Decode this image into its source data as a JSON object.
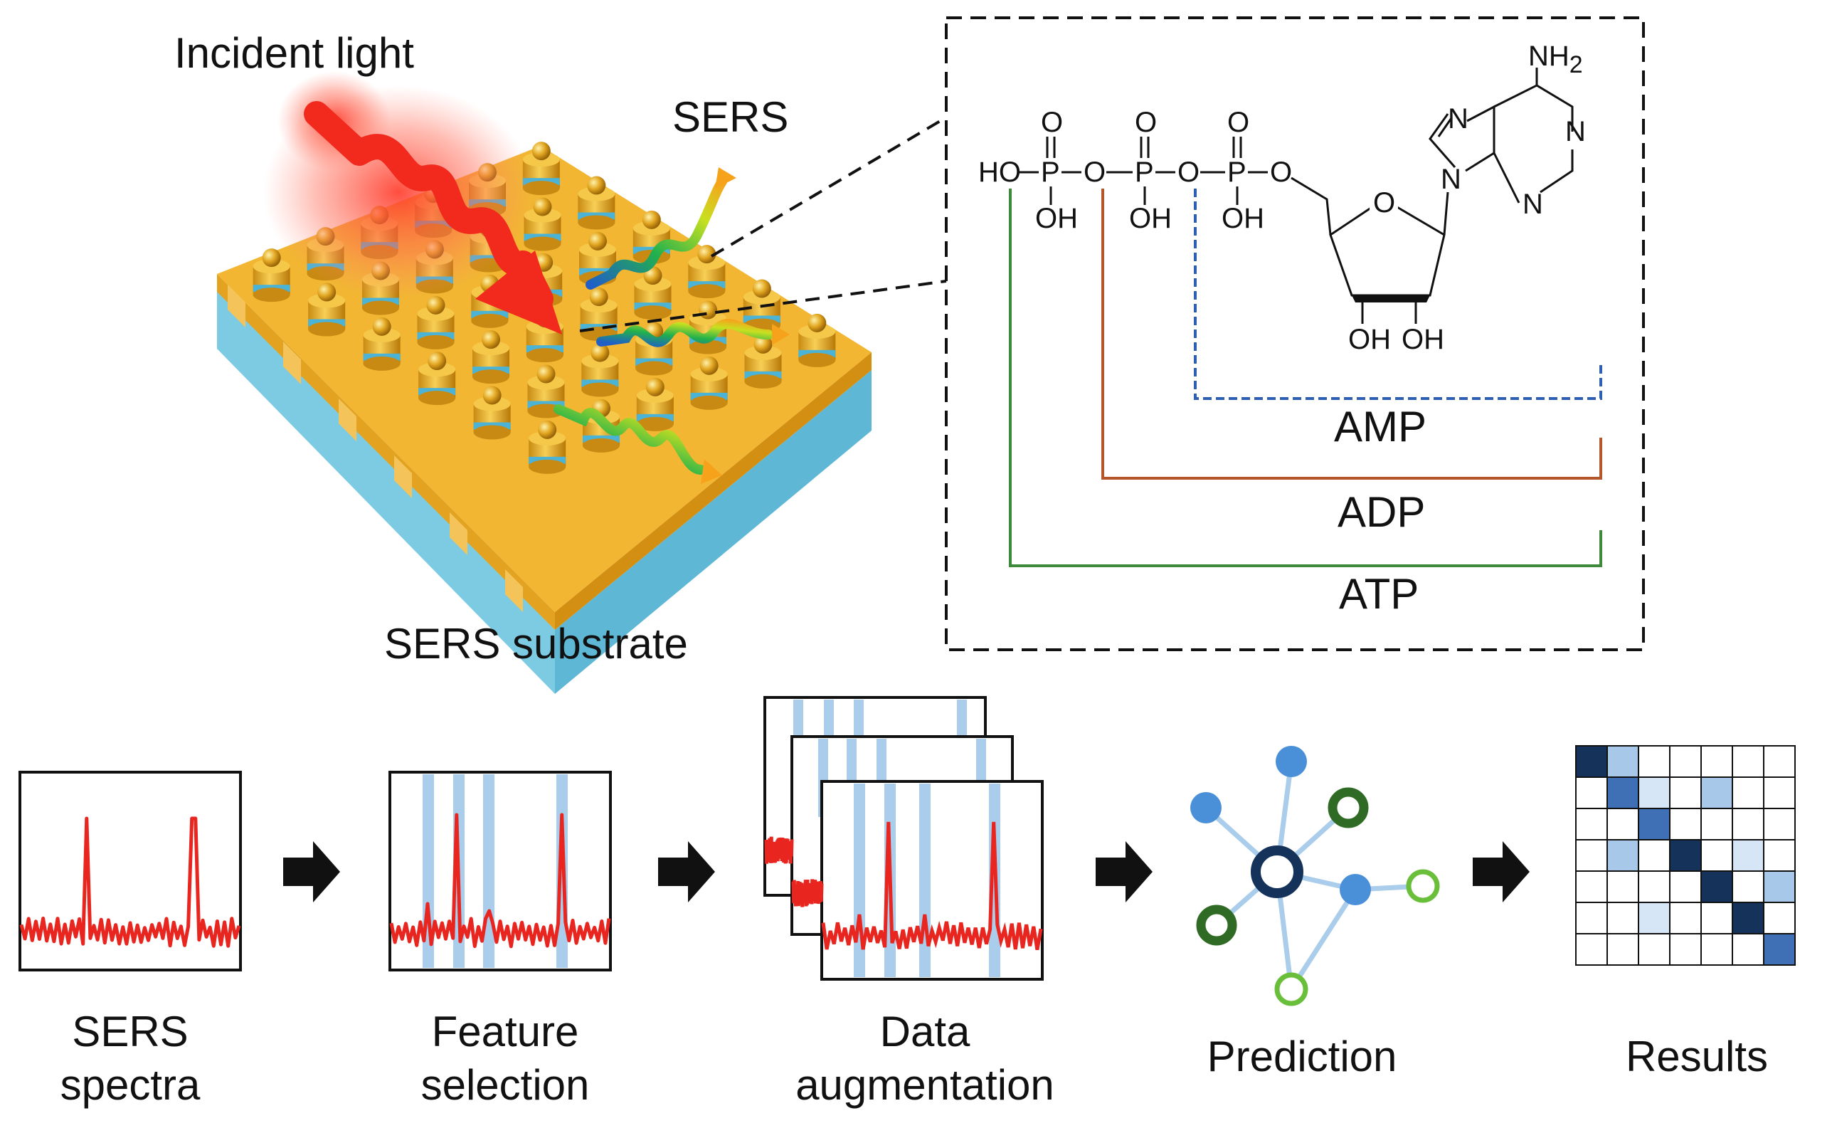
{
  "top": {
    "incident_light_label": "Incident light",
    "sers_label": "SERS",
    "substrate_label": "SERS substrate"
  },
  "molecule": {
    "atoms": {
      "ho": "HO",
      "p1": "P",
      "p2": "P",
      "p3": "P",
      "o_bridge1": "O",
      "o_bridge2": "O",
      "o_bridge3": "O",
      "o_top1": "O",
      "o_top2": "O",
      "o_top3": "O",
      "oh1": "OH",
      "oh2": "OH",
      "oh3": "OH",
      "ring_o": "O",
      "nh2": "NH",
      "nh2_sub": "2",
      "n_top": "N",
      "n_right": "N",
      "n_bottom": "N",
      "n_link": "N",
      "sugar_oh1": "OH",
      "sugar_oh2": "OH"
    },
    "brackets": [
      {
        "label": "AMP",
        "color": "#2f5fb3"
      },
      {
        "label": "ADP",
        "color": "#b5552a"
      },
      {
        "label": "ATP",
        "color": "#3f8a3a"
      }
    ]
  },
  "pipeline": {
    "steps": [
      {
        "line1": "SERS",
        "line2": "spectra"
      },
      {
        "line1": "Feature",
        "line2": "selection"
      },
      {
        "line1": "Data",
        "line2": "augmentation"
      },
      {
        "line1": "Prediction",
        "line2": ""
      },
      {
        "line1": "Results",
        "line2": ""
      }
    ],
    "arrow_count": 4
  },
  "colors": {
    "spectrum_line": "#e8251f",
    "feature_band": "#a9cdea",
    "substrate_gold": "#f2b632",
    "substrate_blue": "#7ccbe3",
    "node_dark": "#14325a",
    "node_blue": "#4a90d9",
    "node_green_dark": "#2f6b24",
    "node_green_light": "#6abf3a",
    "matrix_dark": "#14325a",
    "matrix_mid": "#3f6fb5",
    "matrix_light": "#a8c8ea",
    "matrix_pale": "#d7e6f6"
  },
  "results_matrix": {
    "size": 7,
    "cells": [
      [
        4,
        2,
        0,
        0,
        0,
        0,
        0
      ],
      [
        0,
        3,
        1,
        0,
        2,
        0,
        0
      ],
      [
        0,
        0,
        3,
        0,
        0,
        0,
        0
      ],
      [
        0,
        2,
        0,
        4,
        0,
        1,
        0
      ],
      [
        0,
        0,
        0,
        0,
        4,
        0,
        2
      ],
      [
        0,
        0,
        1,
        0,
        0,
        4,
        0
      ],
      [
        0,
        0,
        0,
        0,
        0,
        0,
        3
      ]
    ]
  }
}
